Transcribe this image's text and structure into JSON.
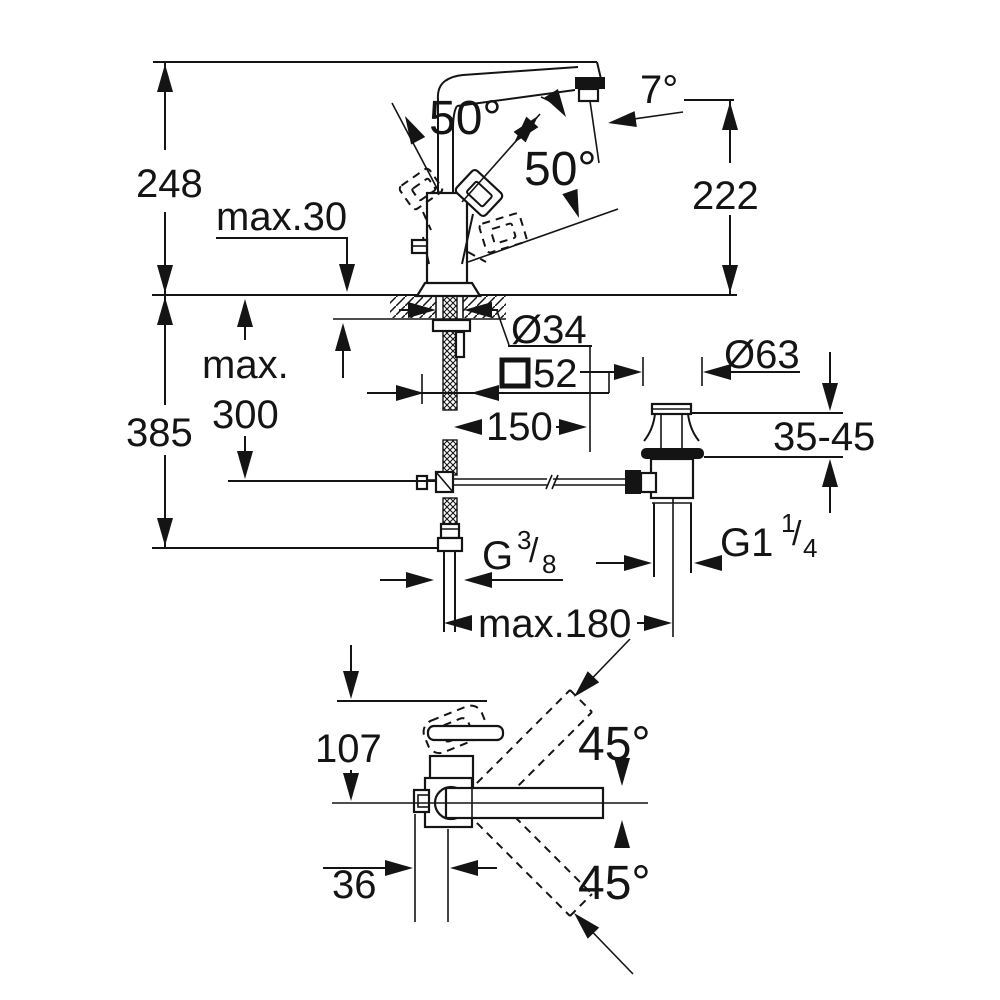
{
  "page": {
    "background": "#ffffff",
    "line_color": "#141414"
  },
  "side_view": {
    "overall_height": "248",
    "deck_max_thickness": "max.30",
    "lever_tilt_left": "50°",
    "lever_tilt_right": "50°",
    "spout_angle": "7°",
    "outlet_height": "222",
    "height_below_deck": "385",
    "hose_max_word": "max.",
    "hose_max_value": "300",
    "hole_diameter": "Ø34",
    "base_square_size": "52",
    "spout_reach": "150",
    "waste_flange_diameter": "Ø63",
    "deck_mounting_range": "35-45",
    "supply_thread": {
      "prefix": "G",
      "numerator": "3",
      "slash": "/",
      "denominator": "8"
    },
    "waste_thread": {
      "prefix": "G1",
      "numerator": "1",
      "slash": "/",
      "denominator": "4"
    },
    "max_waste_distance": "max.180"
  },
  "top_view": {
    "spout_projection": "107",
    "lever_offset": "36",
    "swivel_up": "45°",
    "swivel_down": "45°"
  }
}
